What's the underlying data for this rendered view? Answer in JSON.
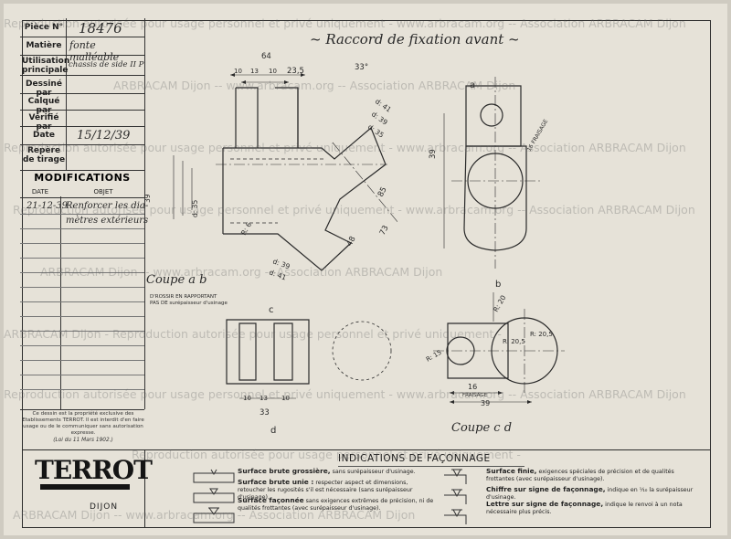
{
  "title_block": {
    "rows": [
      {
        "label": "Pièce N°",
        "value": "18476"
      },
      {
        "label": "Matière",
        "value": "fonte malléable"
      },
      {
        "label": "Utilisation principale",
        "value": "chassis de side II P"
      },
      {
        "label": "Dessiné par",
        "value": ""
      },
      {
        "label": "Calqué par",
        "value": ""
      },
      {
        "label": "Vérifié par",
        "value": ""
      },
      {
        "label": "Date",
        "value": "15/12/39"
      },
      {
        "label": "Repère de tirage",
        "value": ""
      }
    ]
  },
  "modifications": {
    "title": "MODIFICATIONS",
    "col_date": "DATE",
    "col_objet": "OBJET",
    "entry_date": "21-12-39",
    "entry_objet_1": "Renforcer les dia-",
    "entry_objet_2": "mètres extérieurs"
  },
  "legal": {
    "text": "Ce dessin est la propriété exclusive des Etablissements TERROT. Il est interdit d'en faire usage ou de le communiquer sans autorisation expresse.",
    "law": "(Loi du 11 Mars 1902.)"
  },
  "logo": {
    "brand": "TERROT",
    "city": "DIJON"
  },
  "drawing": {
    "title": "~ Raccord de fixation avant ~",
    "section_ab": "Coupe a b",
    "section_cd": "Coupe c d",
    "note_line1": "D'ROSSIR EN RAPPORTANT",
    "note_line2": "PAS DE surépaisseur d'usinage",
    "dimensions": [
      "64",
      "33°",
      "23,5",
      "10",
      "13",
      "10",
      "d: 41",
      "d: 39",
      "d: 35",
      "d: 35",
      "d: 39",
      "d: 41",
      "39",
      "39",
      "85",
      "73",
      "48",
      "33",
      "13",
      "10",
      "10",
      "16",
      "39",
      "R: 6",
      "R: 20",
      "R: 20,5",
      "R: 15",
      "R: 20,5",
      "a",
      "b",
      "c",
      "d",
      "16 FRAISAGE",
      "FRAISAGE"
    ]
  },
  "indications": {
    "title": "INDICATIONS DE FAÇONNAGE",
    "items": [
      {
        "head": "Surface brute grossière,",
        "body": "sans surépaisseur d'usinage."
      },
      {
        "head": "Surface brute unie :",
        "body": "respecter aspect et dimensions, retoucher les rugosités s'il est nécessaire (sans surépaisseur d'usinage)."
      },
      {
        "head": "Surface façonnée",
        "body": "sans exigences extrêmes de précision, ni de qualités frottantes (avec surépaisseur d'usinage)."
      },
      {
        "head": "Surface finie,",
        "body": "exigences spéciales de précision et de qualités frottantes (avec surépaisseur d'usinage)."
      },
      {
        "head": "Chiffre sur signe de façonnage,",
        "body": "indique en ⅒ la surépaisseur d'usinage."
      },
      {
        "head": "Lettre sur signe de façonnage,",
        "body": "indique le renvoi à un nota nécessaire plus précis."
      }
    ]
  },
  "watermark": {
    "short": "ARBRACAM Dijon",
    "long": "Reproduction autorisée pour usage personnel et privé uniquement - ",
    "site": "www.arbracam.org -- Association ARBRACAM Dijon"
  }
}
